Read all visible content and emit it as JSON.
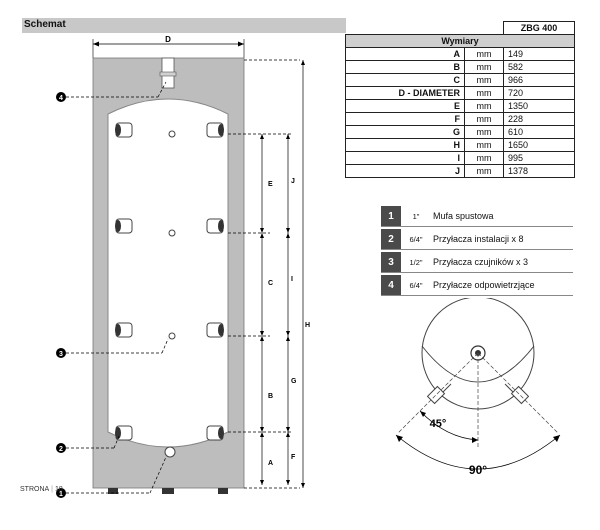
{
  "section_title": "Schemat",
  "footer": {
    "label": "STRONA",
    "page": "18"
  },
  "table": {
    "model": "ZBG 400",
    "header": "Wymiary",
    "rows": [
      {
        "key": "A",
        "unit": "mm",
        "value": "149"
      },
      {
        "key": "B",
        "unit": "mm",
        "value": "582"
      },
      {
        "key": "C",
        "unit": "mm",
        "value": "966"
      },
      {
        "key": "D - DIAMETER",
        "unit": "mm",
        "value": "720"
      },
      {
        "key": "E",
        "unit": "mm",
        "value": "1350"
      },
      {
        "key": "F",
        "unit": "mm",
        "value": "228"
      },
      {
        "key": "G",
        "unit": "mm",
        "value": "610"
      },
      {
        "key": "H",
        "unit": "mm",
        "value": "1650"
      },
      {
        "key": "I",
        "unit": "mm",
        "value": "995"
      },
      {
        "key": "J",
        "unit": "mm",
        "value": "1378"
      }
    ]
  },
  "legend": [
    {
      "num": "1",
      "size": "1\"",
      "desc": "Mufa spustowa"
    },
    {
      "num": "2",
      "size": "6/4\"",
      "desc": "Przyłacza instalacji x 8"
    },
    {
      "num": "3",
      "size": "1/2\"",
      "desc": "Przyłacza czujników x 3"
    },
    {
      "num": "4",
      "size": "6/4\"",
      "desc": "Przyłacze odpowietrzjące"
    }
  ],
  "diagram": {
    "width_label": "D",
    "dim_labels": {
      "E": "E",
      "C": "C",
      "B": "B",
      "A": "A",
      "J": "J",
      "I": "I",
      "G": "G",
      "F": "F",
      "H": "H"
    },
    "callouts": {
      "c1": "1",
      "c2": "2",
      "c3": "3",
      "c4": "4"
    }
  },
  "topview": {
    "angle_small": "45°",
    "angle_large": "90°"
  },
  "colors": {
    "tank_gray": "#bdbdbd",
    "dark": "#444444",
    "header_gray": "#cfcfcf"
  }
}
